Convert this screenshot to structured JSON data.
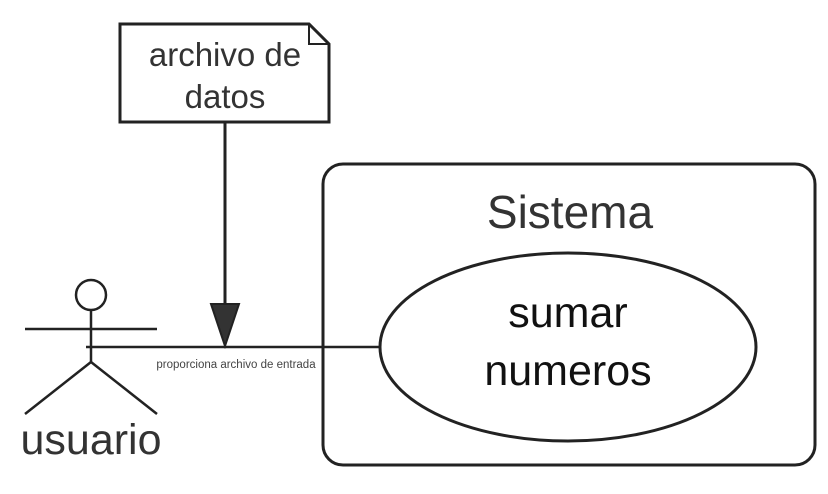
{
  "note": {
    "lines": [
      "archivo de",
      "datos"
    ]
  },
  "system": {
    "title": "Sistema"
  },
  "use_case": {
    "lines": [
      "sumar",
      "numeros"
    ]
  },
  "actor": {
    "name": "usuario"
  },
  "association": {
    "label": "proporciona archivo de entrada"
  },
  "colors": {
    "stroke": "#222222",
    "text": "#333333",
    "background": "#ffffff"
  }
}
